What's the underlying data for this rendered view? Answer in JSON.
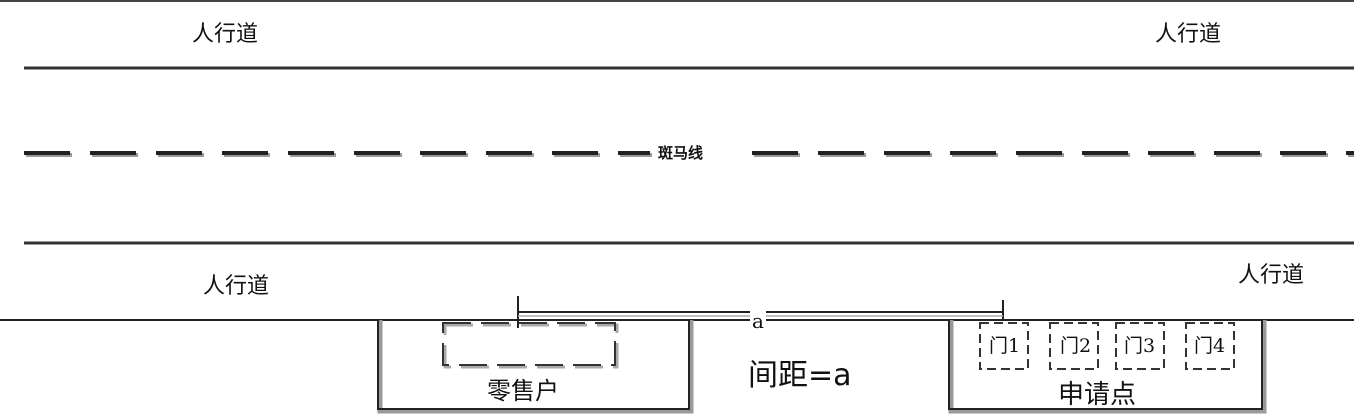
{
  "sidewalk_label": "人行道",
  "zebra_label": "斑马线",
  "distance_symbol": "a",
  "spacing_label": "间距=a",
  "retailer_label": "零售户",
  "applicant_label": "申请点",
  "doors": [
    "门1",
    "门2",
    "门3",
    "门4"
  ]
}
